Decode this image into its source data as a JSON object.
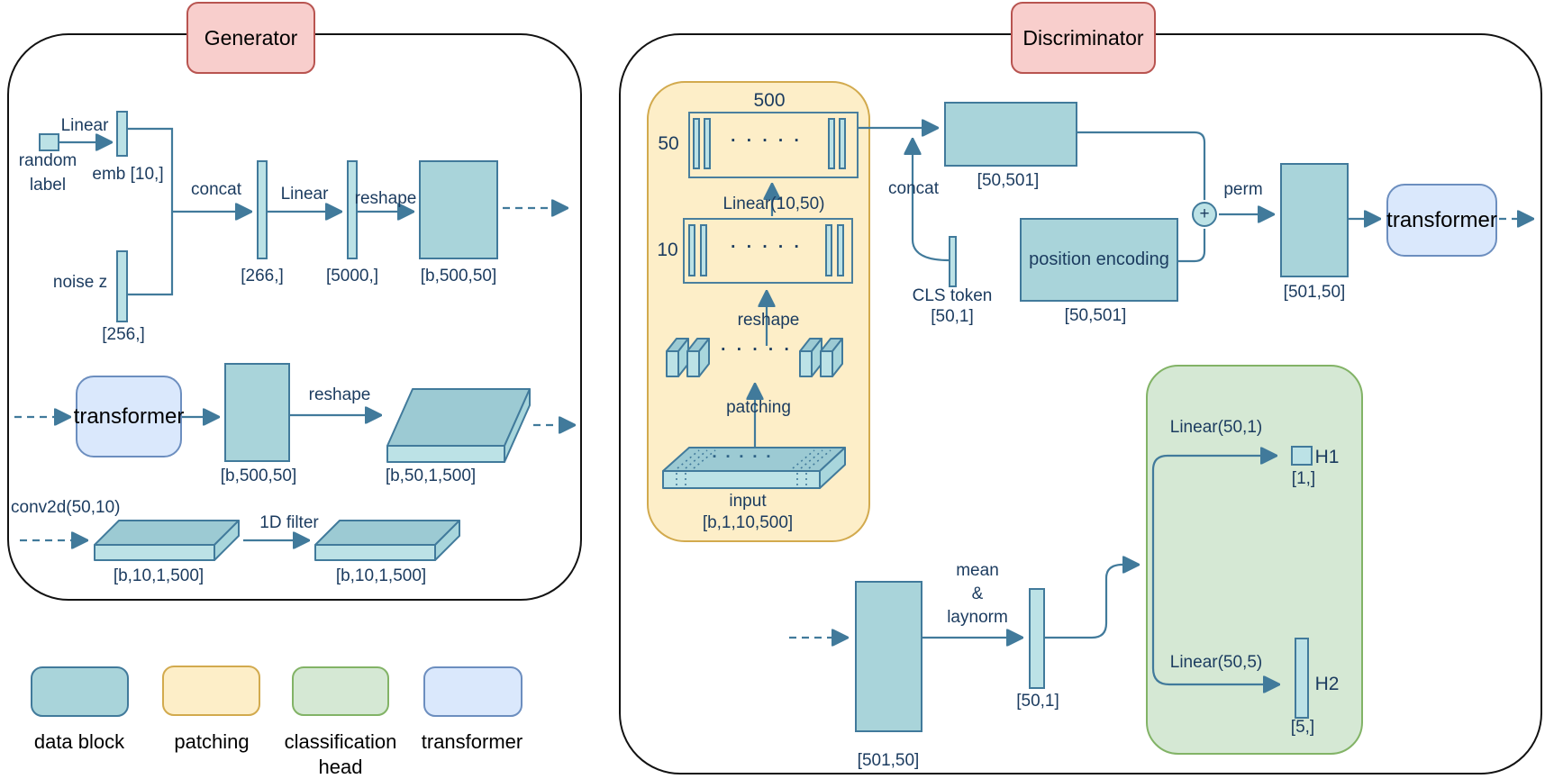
{
  "generator": {
    "title": "Generator",
    "row1": {
      "linear1": "Linear",
      "random_l1": "random",
      "random_l2": "label",
      "emb": "emb [10,]",
      "noise": "noise z",
      "noise_dim": "[256,]",
      "concat": "concat",
      "dim_266": "[266,]",
      "linear2": "Linear",
      "dim_5000": "[5000,]",
      "reshape": "reshape",
      "dim_out": "[b,500,50]"
    },
    "row2": {
      "transformer": "transformer",
      "dim_in": "[b,500,50]",
      "reshape": "reshape",
      "dim_out": "[b,50,1,500]"
    },
    "row3": {
      "conv": "conv2d(50,10)",
      "filter": "1D filter",
      "dim_left": "[b,10,1,500]",
      "dim_right": "[b,10,1,500]"
    }
  },
  "discriminator": {
    "title": "Discriminator",
    "patching": {
      "width_label": "500",
      "height_label": "50",
      "dots_top": "· · · · ·",
      "linear": "Linear(10,50)",
      "rows_label": "10",
      "dots_bottom": "· · · · ·",
      "reshape": "reshape",
      "patch_dots": "· · · · ·",
      "patching_label": "patching",
      "slab_dots": "▪ ▪ ▪ ▪ ▪",
      "input": "input",
      "input_dim": "[b,1,10,500]"
    },
    "top": {
      "concat": "concat",
      "tokens_dim": "[50,501]",
      "cls": "CLS token",
      "cls_dim": "[50,1]",
      "pos_enc": "position encoding",
      "pos_dim": "[50,501]",
      "plus": "+",
      "perm": "perm",
      "perm_dim": "[501,50]",
      "transformer": "transformer"
    },
    "bottom": {
      "mean": "mean",
      "amp": "&",
      "laynorm": "laynorm",
      "in_dim": "[501,50]",
      "vec_dim": "[50,1]"
    },
    "head": {
      "linear1": "Linear(50,1)",
      "h1": "H1",
      "h1_dim": "[1,]",
      "linear2": "Linear(50,5)",
      "h2": "H2",
      "h2_dim": "[5,]"
    }
  },
  "legend": {
    "items": [
      {
        "label": "data block",
        "color": "#a9d4da"
      },
      {
        "label": "patching",
        "color": "#fdeec8"
      },
      {
        "label": "classification head",
        "color": "#d5e8d4"
      },
      {
        "label": "transformer",
        "color": "#dae8fc"
      }
    ]
  },
  "colors": {
    "data_block_fill": "#a9d4da",
    "data_block_border": "#417a9b",
    "patching_fill": "#fdeec8",
    "patching_border": "#d2aa4e",
    "head_fill": "#d5e8d4",
    "head_border": "#82b366",
    "transformer_fill": "#dae8fc",
    "transformer_border": "#6c8ebf",
    "title_fill": "#f8cecc",
    "title_border": "#b85450",
    "arrow": "#417a9b",
    "text": "#1b3b5f"
  }
}
